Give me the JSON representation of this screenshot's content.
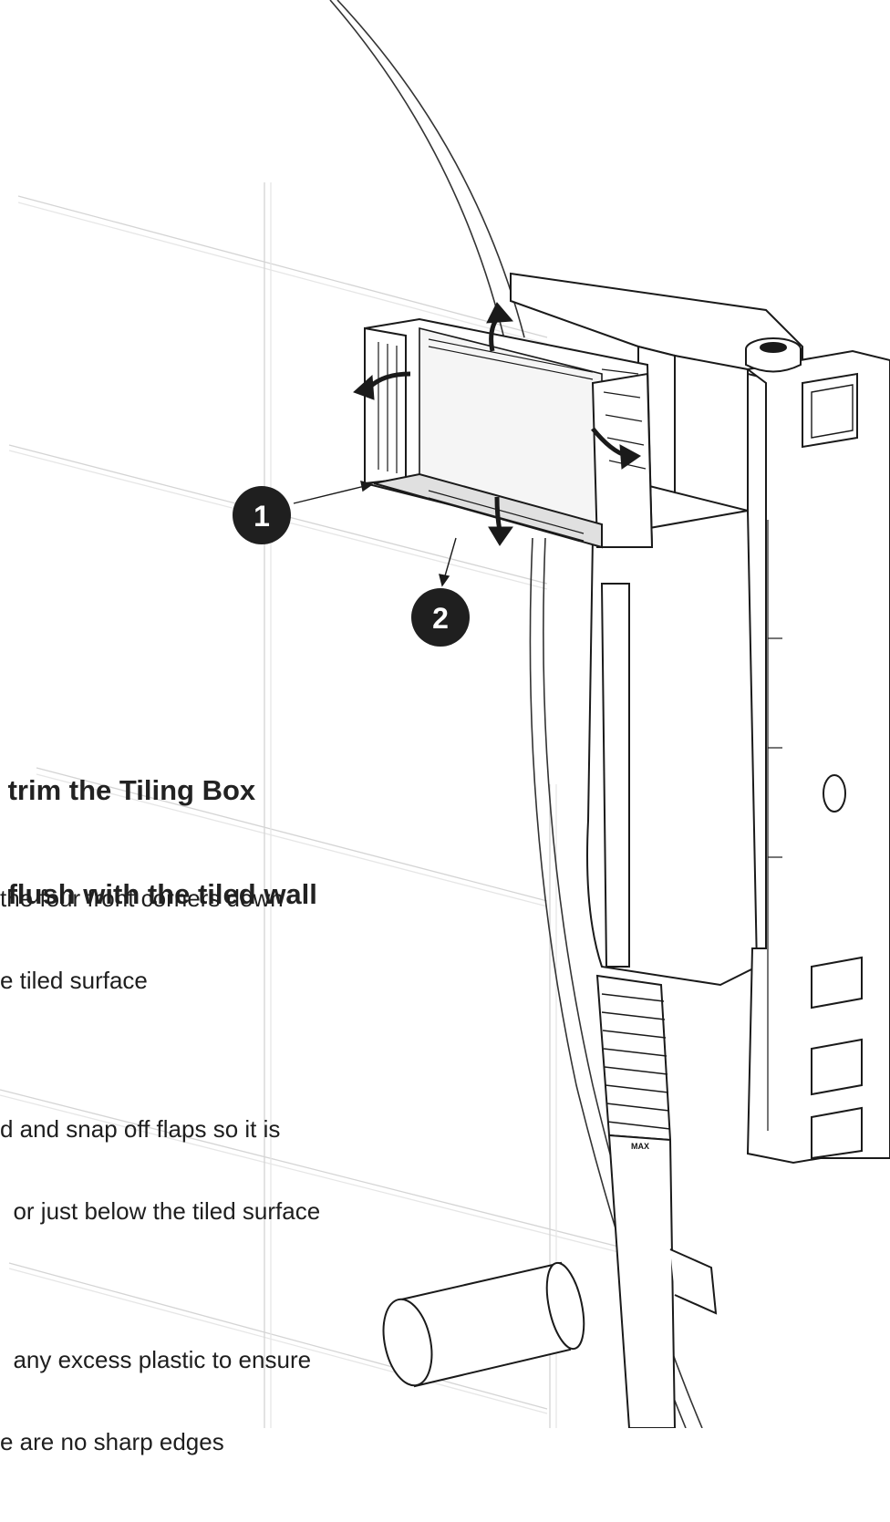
{
  "callouts": {
    "c1": "1",
    "c2": "2"
  },
  "markings": {
    "max": "MAX"
  },
  "heading": {
    "line1": " trim the Tiling Box",
    "line2": " flush with the tiled wall"
  },
  "steps": [
    {
      "line1": "the four front corners down",
      "line2": "e tiled surface"
    },
    {
      "line1": "d and snap off flaps so it is",
      "line2": "  or just below the tiled surface"
    },
    {
      "line1": "  any excess plastic to ensure",
      "line2": "e are no sharp edges"
    }
  ],
  "colors": {
    "ink": "#1a1a1a",
    "callout_fill": "#1f1f1f",
    "tile_grid": "#d8d8d8"
  }
}
